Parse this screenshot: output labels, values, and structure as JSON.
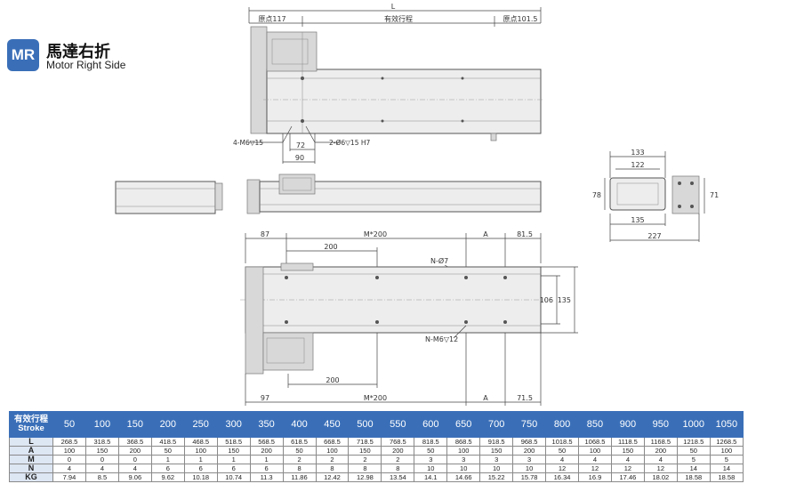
{
  "header": {
    "badge": "MR",
    "title_cn": "馬達右折",
    "title_en": "Motor Right Side"
  },
  "drawing": {
    "top_view": {
      "overall": "L",
      "origin_left": "原点117",
      "stroke": "有效行程",
      "origin_right": "原点101.5",
      "tap_callout": "4-M6▽15",
      "pin_callout": "2-Ø6▽15 H7",
      "dim_72": "72",
      "dim_90": "90"
    },
    "end_view": {
      "w133": "133",
      "w122": "122",
      "w135": "135",
      "w227": "227",
      "h78": "78",
      "h71": "71"
    },
    "bottom_view": {
      "d87": "87",
      "m200_top": "M*200",
      "a_top": "A",
      "d81_5": "81.5",
      "d200_top": "200",
      "n_phi7": "N-Ø7",
      "h106": "106",
      "h135": "135",
      "n_m6": "N-M6▽12",
      "d200_bottom": "200",
      "d97": "97",
      "m200_bottom": "M*200",
      "a_bottom": "A",
      "d71_5": "71.5"
    }
  },
  "table": {
    "header_cn": "有效行程",
    "header_en": "Stroke",
    "strokes": [
      "50",
      "100",
      "150",
      "200",
      "250",
      "300",
      "350",
      "400",
      "450",
      "500",
      "550",
      "600",
      "650",
      "700",
      "750",
      "800",
      "850",
      "900",
      "950",
      "1000",
      "1050"
    ],
    "rows": [
      {
        "label": "L",
        "values": [
          "268.5",
          "318.5",
          "368.5",
          "418.5",
          "468.5",
          "518.5",
          "568.5",
          "618.5",
          "668.5",
          "718.5",
          "768.5",
          "818.5",
          "868.5",
          "918.5",
          "968.5",
          "1018.5",
          "1068.5",
          "1118.5",
          "1168.5",
          "1218.5",
          "1268.5"
        ]
      },
      {
        "label": "A",
        "values": [
          "100",
          "150",
          "200",
          "50",
          "100",
          "150",
          "200",
          "50",
          "100",
          "150",
          "200",
          "50",
          "100",
          "150",
          "200",
          "50",
          "100",
          "150",
          "200",
          "50",
          "100"
        ]
      },
      {
        "label": "M",
        "values": [
          "0",
          "0",
          "0",
          "1",
          "1",
          "1",
          "1",
          "2",
          "2",
          "2",
          "2",
          "3",
          "3",
          "3",
          "3",
          "4",
          "4",
          "4",
          "4",
          "5",
          "5"
        ]
      },
      {
        "label": "N",
        "values": [
          "4",
          "4",
          "4",
          "6",
          "6",
          "6",
          "6",
          "8",
          "8",
          "8",
          "8",
          "10",
          "10",
          "10",
          "10",
          "12",
          "12",
          "12",
          "12",
          "14",
          "14"
        ]
      },
      {
        "label": "KG",
        "values": [
          "7.94",
          "8.5",
          "9.06",
          "9.62",
          "10.18",
          "10.74",
          "11.3",
          "11.86",
          "12.42",
          "12.98",
          "13.54",
          "14.1",
          "14.66",
          "15.22",
          "15.78",
          "16.34",
          "16.9",
          "17.46",
          "18.02",
          "18.58",
          "18.58"
        ]
      }
    ]
  }
}
